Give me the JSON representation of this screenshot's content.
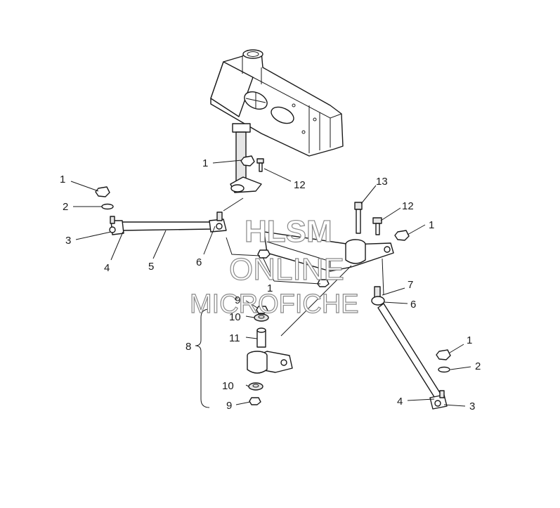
{
  "watermark": {
    "line1": "HLSM",
    "line2": "ONLINE",
    "line3": "MICROFICHE",
    "color": "#8a8a8a"
  },
  "callouts": {
    "nut_left": "1",
    "washer_left": "2",
    "ball_joint_left": "3",
    "jam_nut_left": "4",
    "tie_rod_left": "5",
    "boot_left": "6",
    "nut_upper": "1",
    "bolt_12_upper": "12",
    "bolt_13": "13",
    "bolt_12_right": "12",
    "nut_right_upper": "1",
    "nut_center": "1",
    "boot_right": "7",
    "bushing_right": "6",
    "nut_right_lower": "1",
    "washer_right": "2",
    "jam_nut_right": "4",
    "ball_joint_right": "3",
    "nut_9_upper": "9",
    "bearing_10_upper": "10",
    "spacer_11": "11",
    "assembly_8": "8",
    "bearing_10_lower": "10",
    "nut_9_lower": "9"
  }
}
